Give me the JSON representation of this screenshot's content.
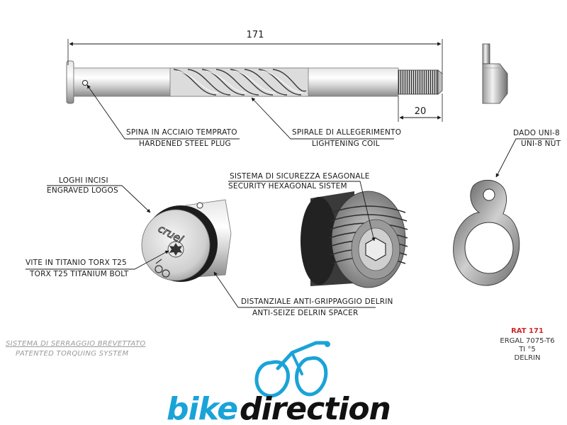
{
  "dimensions": {
    "overall_length": "171",
    "thread_length": "20"
  },
  "labels": {
    "steel_plug_it": "SPINA IN ACCIAIO TEMPRATO",
    "steel_plug_en": "HARDENED STEEL PLUG",
    "coil_it": "SPIRALE DI ALLEGERIMENTO",
    "coil_en": "LIGHTENING COIL",
    "nut_it": "DADO UNI-8",
    "nut_en": "UNI-8 NUT",
    "logos_it": "LOGHI INCISI",
    "logos_en": "ENGRAVED LOGOS",
    "hex_it": "SISTEMA DI SICUREZZA ESAGONALE",
    "hex_en": "SECURITY HEXAGONAL SISTEM",
    "bolt_it": "VITE IN TITANIO TORX T25",
    "bolt_en": "TORX T25 TITANIUM BOLT",
    "spacer_it": "DISTANZIALE ANTI-GRIPPAGGIO DELRIN",
    "spacer_en": "ANTI-SEIZE DELRIN SPACER",
    "patent_it": "SISTEMA DI SERRAGGIO BREVETTATO",
    "patent_en": "PATENTED TORQUING SYSTEM"
  },
  "engraving": {
    "cap_text": "cruel"
  },
  "specs": {
    "model": "RAT 171",
    "materials": [
      "ERGAL 7075-T6",
      "TI °5",
      "DELRIN"
    ]
  },
  "brand": {
    "name_part1": "bike",
    "name_part2": "direction",
    "icon": "cyclist-icon",
    "colors": {
      "blue": "#1aa3d8",
      "dark": "#111111",
      "accent_red": "#d3262a"
    }
  }
}
